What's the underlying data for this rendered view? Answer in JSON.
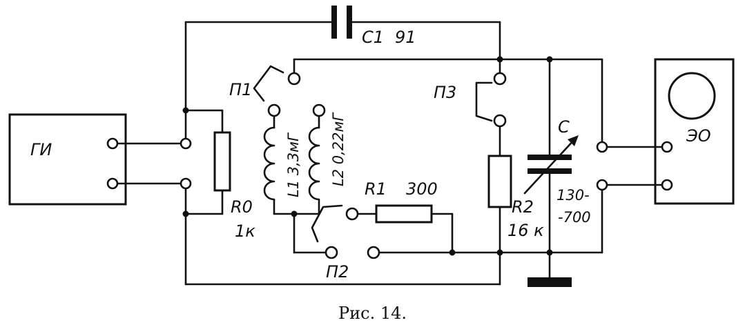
{
  "generator_label": "ГИ",
  "oscilloscope_label": "ЭО",
  "c1": {
    "name": "С1",
    "value": "91"
  },
  "c_var": {
    "name": "С",
    "range_line1": "130-",
    "range_line2": "-700"
  },
  "r0": {
    "name": "R0",
    "value": "1к"
  },
  "r1": {
    "name": "R1",
    "value": "300"
  },
  "r2": {
    "name": "R2",
    "value": "16 к"
  },
  "l1": {
    "name": "L1",
    "value": "3,3мГ"
  },
  "l2": {
    "name": "L2",
    "value": "0,22мГ"
  },
  "switches": {
    "p1": "П1",
    "p2": "П2",
    "p3": "П3"
  },
  "caption": "Рис.  14."
}
